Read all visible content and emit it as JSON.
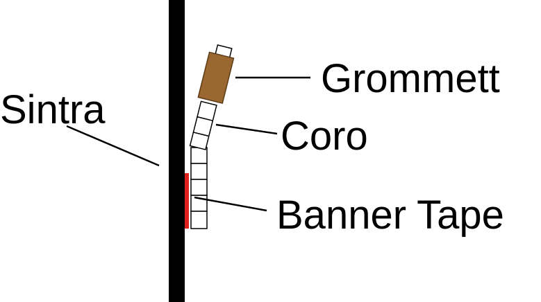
{
  "labels": {
    "sintra": "Sintra",
    "grommett": "Grommett",
    "coro": "Coro",
    "banner_tape": "Banner Tape"
  },
  "colors": {
    "background": "#ffffff",
    "sintra_board": "#000000",
    "grommett_fill": "#9b6731",
    "grommett_stroke": "#5a3a17",
    "coro_fill": "#ffffff",
    "banner_tape": "#e0201c",
    "line": "#000000"
  }
}
